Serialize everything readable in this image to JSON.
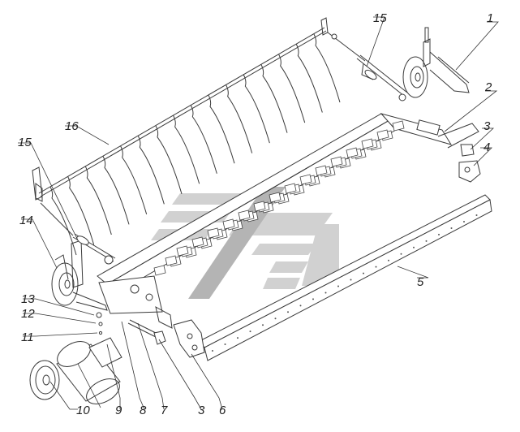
{
  "diagram": {
    "callouts": [
      "1",
      "2",
      "3",
      "4",
      "5",
      "6",
      "7",
      "8",
      "9",
      "10",
      "11",
      "12",
      "13",
      "14",
      "15",
      "15",
      "16",
      "3"
    ]
  },
  "colors": {
    "line": "#3a3a3a",
    "watermark": "#c9c9c9",
    "background": "#ffffff"
  }
}
